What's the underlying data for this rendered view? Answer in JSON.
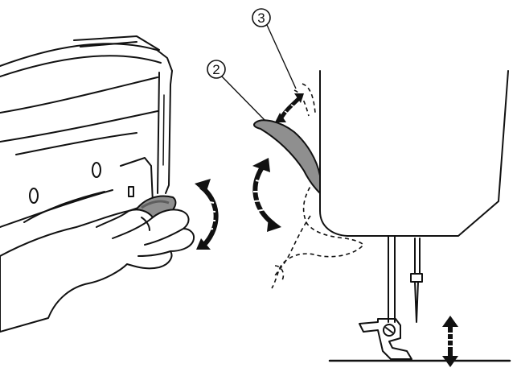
{
  "callouts": [
    {
      "id": "2",
      "label": "2"
    },
    {
      "id": "3",
      "label": "3"
    }
  ],
  "colors": {
    "line": "#111111",
    "lever_fill": "#8f8f8f",
    "lever_dark": "#5e5e5e",
    "background": "#ffffff"
  },
  "icons": {
    "left_motion": "double-arrow-curved-icon",
    "lever_motion": "double-arrow-curved-icon",
    "upper_motion": "double-arrow-curved-icon",
    "foot_motion": "double-arrow-vertical-icon"
  }
}
